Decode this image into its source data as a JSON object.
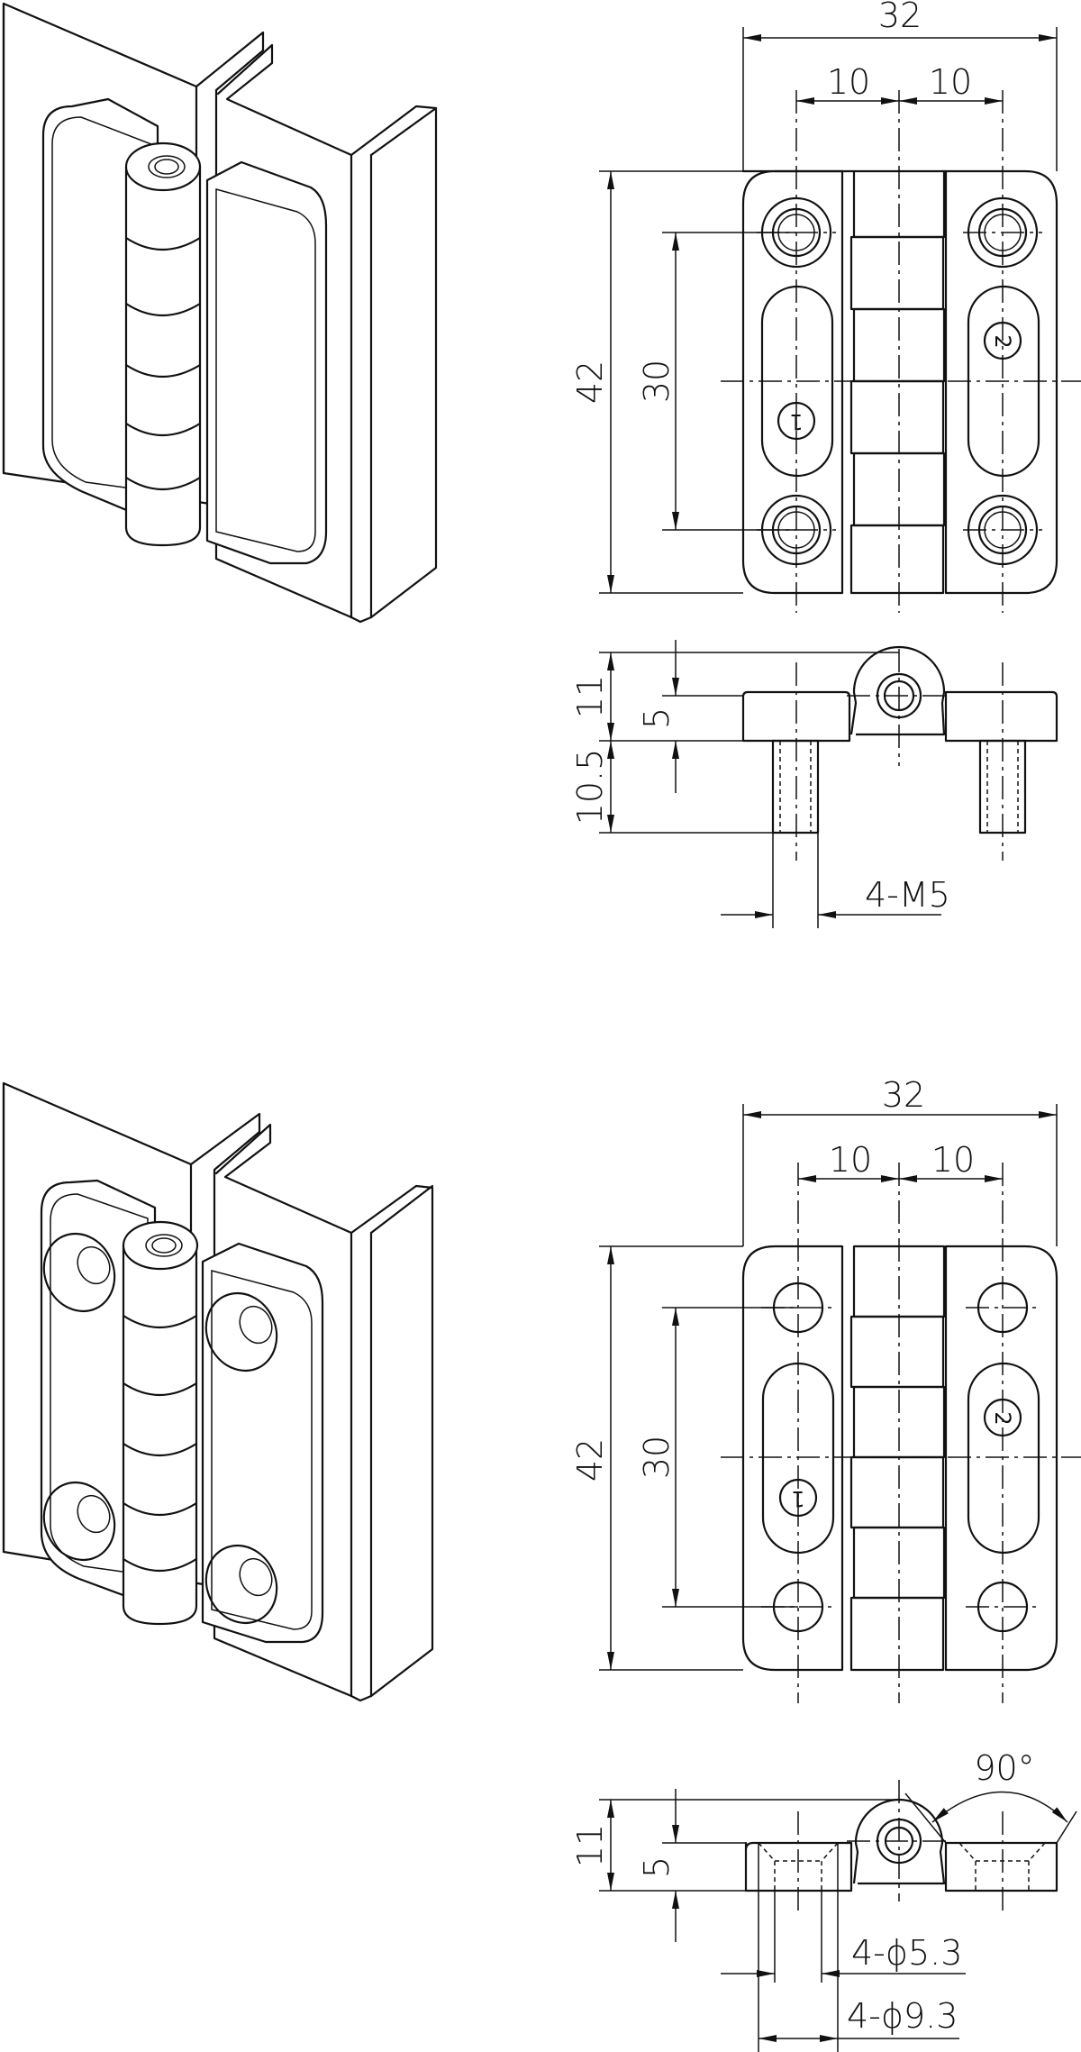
{
  "top": {
    "front": {
      "width": "32",
      "left_offset": "10",
      "right_offset": "10",
      "height": "42",
      "hole_pitch": "30",
      "badge_left": "1",
      "badge_right": "2"
    },
    "side": {
      "total": "11",
      "leaf": "5",
      "stud_length": "10.5",
      "thread": "4-M5"
    }
  },
  "bottom": {
    "front": {
      "width": "32",
      "left_offset": "10",
      "right_offset": "10",
      "height": "42",
      "hole_pitch": "30",
      "badge_left": "1",
      "badge_right": "2"
    },
    "side": {
      "total": "11",
      "leaf": "5",
      "angle": "90°",
      "hole": "4-ϕ5.3",
      "counterbore": "4-ϕ9.3"
    }
  }
}
